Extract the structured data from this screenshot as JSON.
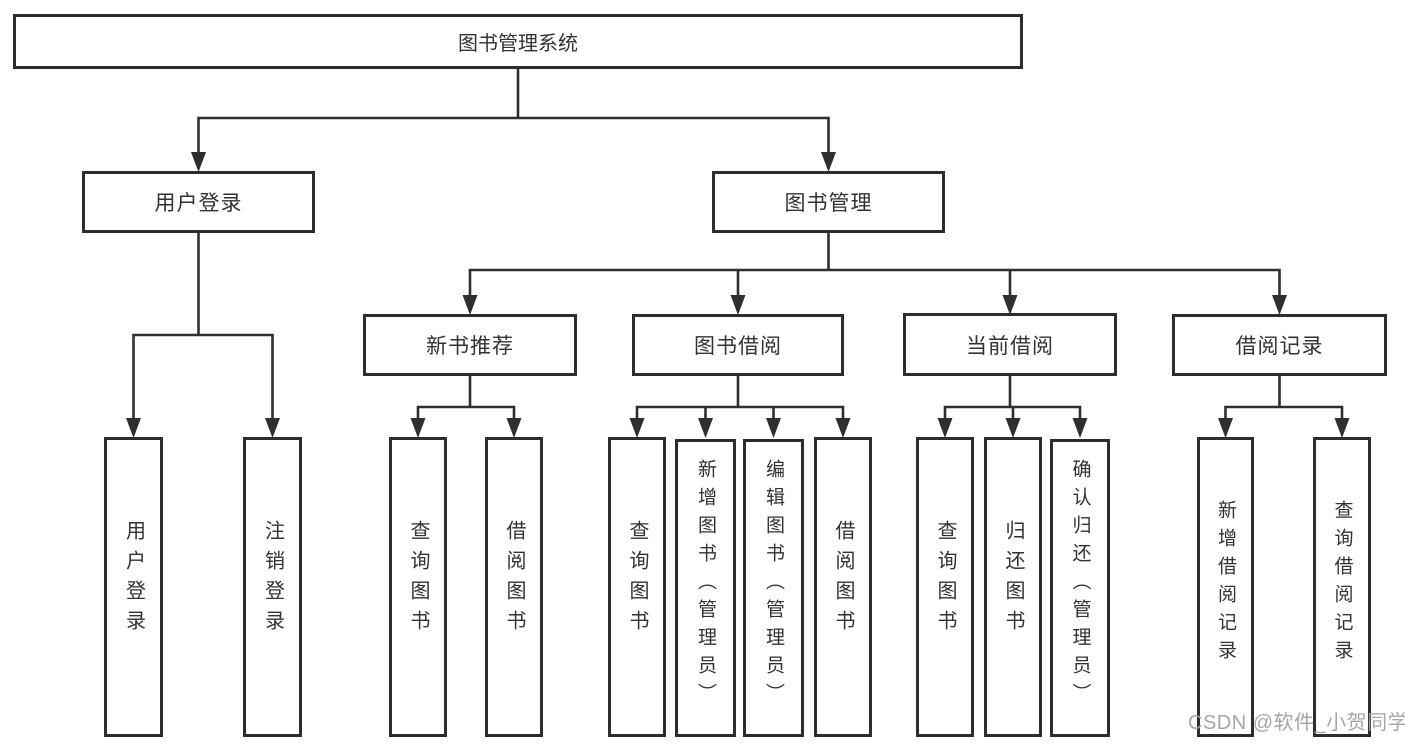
{
  "diagram": {
    "root": {
      "label": "图书管理系统"
    },
    "branches": [
      {
        "label": "用户登录",
        "children": [
          {
            "label": "用户登录"
          },
          {
            "label": "注销登录"
          }
        ]
      },
      {
        "label": "图书管理",
        "children": [
          {
            "label": "新书推荐",
            "children": [
              {
                "label": "查询图书"
              },
              {
                "label": "借阅图书"
              }
            ]
          },
          {
            "label": "图书借阅",
            "children": [
              {
                "label": "查询图书"
              },
              {
                "label": "新增图书（管理员）"
              },
              {
                "label": "编辑图书（管理员）"
              },
              {
                "label": "借阅图书"
              }
            ]
          },
          {
            "label": "当前借阅",
            "children": [
              {
                "label": "查询图书"
              },
              {
                "label": "归还图书"
              },
              {
                "label": "确认归还（管理员）"
              }
            ]
          },
          {
            "label": "借阅记录",
            "children": [
              {
                "label": "新增借阅记录"
              },
              {
                "label": "查询借阅记录"
              }
            ]
          }
        ]
      }
    ],
    "watermark": "CSDN @软件_小贺同学",
    "colors": {
      "line": "#2f2f2f",
      "box_border": "#2d2d2d",
      "text": "#323232",
      "watermark": "#a0a0a0",
      "background": "#ffffff"
    }
  }
}
